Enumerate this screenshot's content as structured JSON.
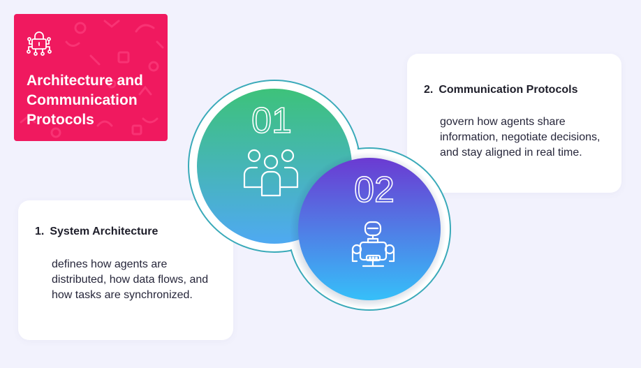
{
  "title_card": {
    "title_lines": [
      "Architecture and",
      "Communication",
      "Protocols"
    ],
    "icon": "lock-network-icon",
    "color": "#f0195f"
  },
  "steps": [
    {
      "number": "01",
      "list_marker": "1.",
      "heading": "System Architecture",
      "description": "defines how agents are distributed, how data flows, and how tasks are synchronized.",
      "icon": "team-icon",
      "gradient": [
        "#3dc27a",
        "#4fa9f2"
      ]
    },
    {
      "number": "02",
      "list_marker": "2.",
      "heading": "Communication Protocols",
      "description": "govern how agents share information, negotiate decisions, and stay aligned in real time.",
      "icon": "robot-icon",
      "gradient": [
        "#6b3ad2",
        "#36bff9"
      ]
    }
  ],
  "colors": {
    "background": "#f2f2fd",
    "ring": "#3aaab9"
  }
}
